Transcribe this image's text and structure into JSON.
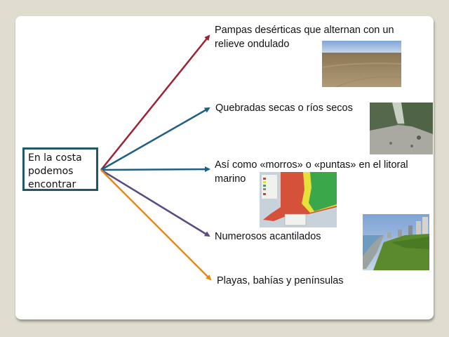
{
  "diagram": {
    "central_concept": {
      "lines": [
        "En la costa",
        "podemos",
        "encontrar"
      ],
      "border_color": "#215868"
    },
    "branches": [
      {
        "label": "Pampas desérticas que alternan con un relieve ondulado",
        "line1": "Pampas desérticas que alternan con un",
        "line2": "relieve ondulado",
        "arrow_color": "#9b2335",
        "image": "desert-plains-photo"
      },
      {
        "label": "Quebradas secas o ríos secos",
        "line1": "Quebradas secas o ríos secos",
        "arrow_color": "#215f82",
        "image": "dry-riverbed-photo"
      },
      {
        "label": "Así como «morros» o «puntas» en el litoral marino",
        "line1": "Así como «morros» o «puntas» en el litoral",
        "line2": "marino",
        "arrow_color": "#215f82",
        "image": "coastal-map-image"
      },
      {
        "label": "Numerosos acantilados",
        "line1": "Numerosos acantilados",
        "arrow_color": "#5a4a80",
        "image": "cliffs-photo"
      },
      {
        "label": "Playas, bahías y penínsulas",
        "line1": "Playas, bahías y penínsulas",
        "arrow_color": "#e8890c"
      }
    ]
  }
}
